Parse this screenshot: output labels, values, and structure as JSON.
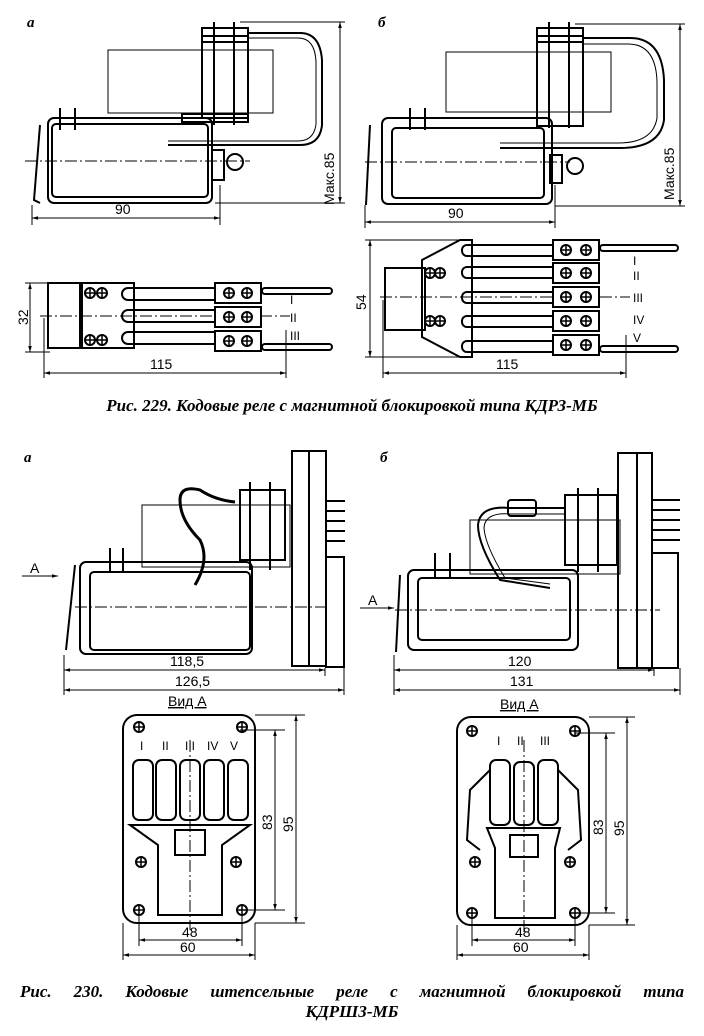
{
  "figure229": {
    "caption": "Рис. 229. Кодовые реле с магнитной блокировкой типа КДРЗ-МБ",
    "panel_a": {
      "label": "а",
      "side_view": {
        "width_dim": "90",
        "height_dim": "Макс.85"
      },
      "top_view": {
        "width_dim": "115",
        "height_dim": "32",
        "contacts": [
          "I",
          "II",
          "III"
        ]
      }
    },
    "panel_b": {
      "label": "б",
      "side_view": {
        "width_dim": "90",
        "height_dim": "Макс.85"
      },
      "top_view": {
        "width_dim": "115",
        "height_dim": "54",
        "contacts": [
          "I",
          "II",
          "III",
          "IV",
          "V"
        ]
      }
    }
  },
  "figure230": {
    "caption_line1": "Рис. 230. Кодовые штепсельные реле с магнитной блокировкой типа",
    "caption_line2": "КДРШЗ-МБ",
    "panel_a": {
      "label": "а",
      "arrow_label": "А",
      "side_view": {
        "inner_dim": "118,5",
        "outer_dim": "126,5"
      },
      "view_title": "Вид А",
      "front_view": {
        "inner_width": "48",
        "outer_width": "60",
        "inner_height": "83",
        "outer_height": "95",
        "contacts": [
          "I",
          "II",
          "III",
          "IV",
          "V"
        ]
      }
    },
    "panel_b": {
      "label": "б",
      "arrow_label": "А",
      "side_view": {
        "inner_dim": "120",
        "outer_dim": "131"
      },
      "view_title": "Вид А",
      "front_view": {
        "inner_width": "48",
        "outer_width": "60",
        "inner_height": "83",
        "outer_height": "95",
        "contacts": [
          "I",
          "II",
          "III"
        ]
      }
    }
  }
}
